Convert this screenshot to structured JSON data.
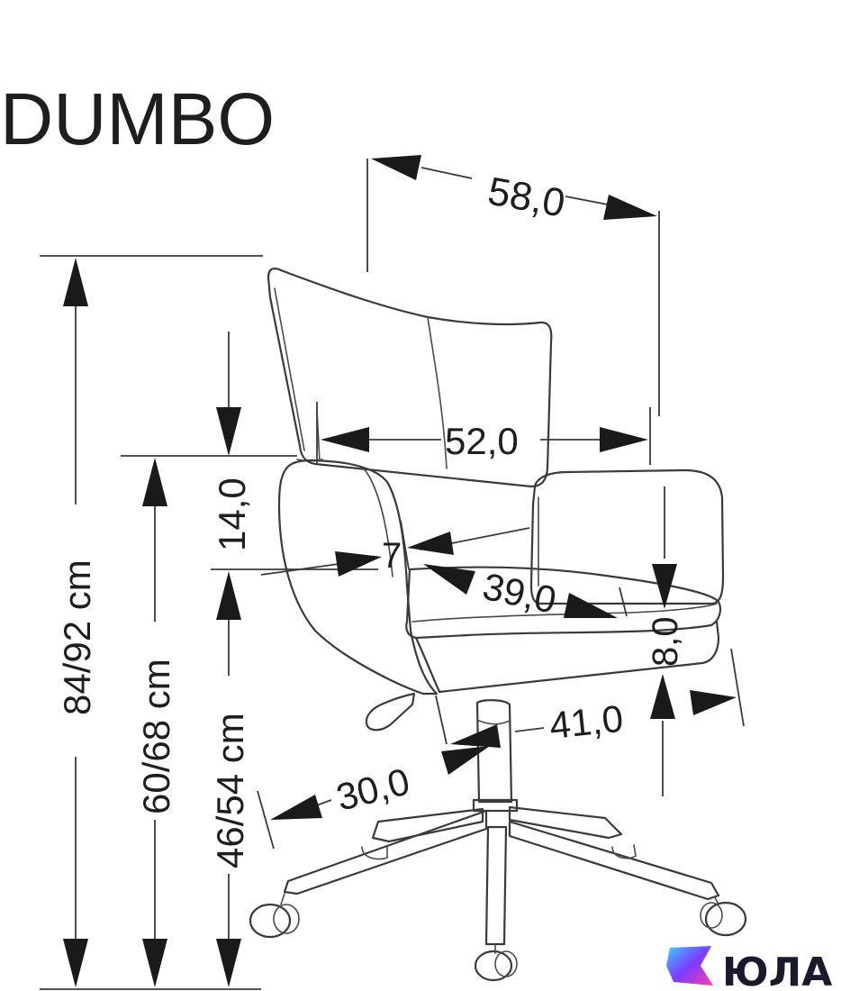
{
  "title": "DUMBO",
  "dimensions": {
    "overall_depth": "58,0",
    "seat_width": "52,0",
    "backrest_height_above_armrest": "14,0",
    "seat_angle": "7",
    "seat_depth": "39,0",
    "seat_thickness": "8,0",
    "armrest_gap": "41,0",
    "base_radius": "30,0",
    "total_height": "84/92 cm",
    "armrest_height": "60/68 cm",
    "seat_height": "46/54 cm"
  },
  "logo": {
    "wordmark": "ЮЛА",
    "gradient_colors": [
      "#3ad0ff",
      "#7a3cff",
      "#ff3cac"
    ]
  }
}
